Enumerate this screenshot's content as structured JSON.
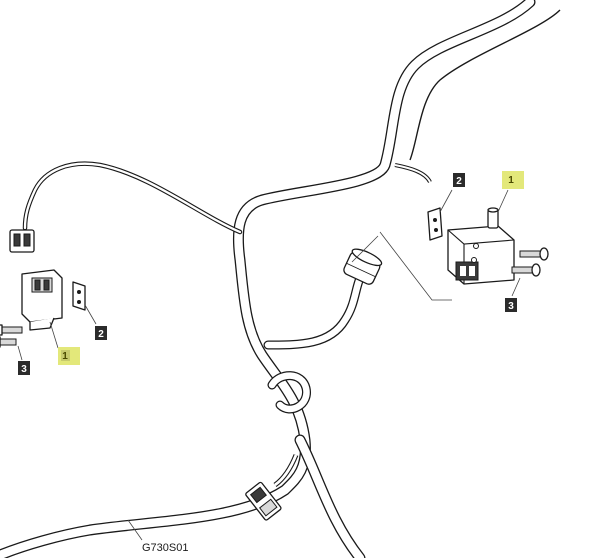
{
  "diagram": {
    "drawing_id": "G730S01",
    "callouts": {
      "left_1": "1",
      "left_2": "2",
      "left_3": "3",
      "right_1": "1",
      "right_2": "2",
      "right_3": "3"
    },
    "colors": {
      "highlight": "#e3e87a",
      "callout_dark": "#2b2b2b",
      "line": "#1a1a1a"
    }
  }
}
